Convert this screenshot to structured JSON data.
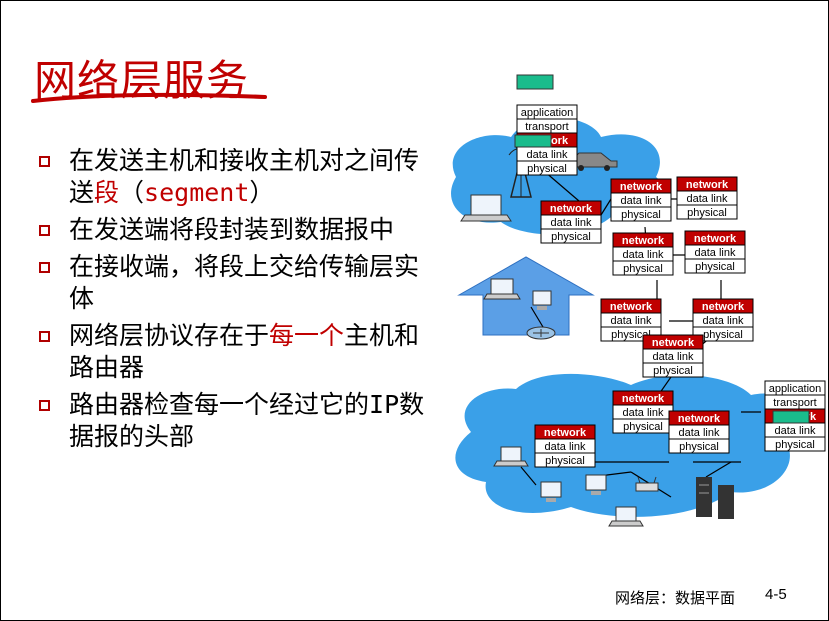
{
  "slide": {
    "title": "网络层服务",
    "bullets": [
      {
        "parts": [
          {
            "text": "在发送主机和接收主机对之间传送",
            "style": "plain"
          },
          {
            "text": "段",
            "style": "red"
          },
          {
            "text": "（",
            "style": "plain"
          },
          {
            "text": "segment",
            "style": "red-mono"
          },
          {
            "text": "）",
            "style": "plain"
          }
        ]
      },
      {
        "parts": [
          {
            "text": "在发送端将段封装到数据报中",
            "style": "plain"
          }
        ]
      },
      {
        "parts": [
          {
            "text": "在接收端，将段上交给传输层实体",
            "style": "plain"
          }
        ]
      },
      {
        "parts": [
          {
            "text": "网络层协议存在于",
            "style": "plain"
          },
          {
            "text": "每一个",
            "style": "red"
          },
          {
            "text": "主机和路由器",
            "style": "plain"
          }
        ]
      },
      {
        "parts": [
          {
            "text": "路由器检查每一个经过它的",
            "style": "plain"
          },
          {
            "text": "IP",
            "style": "mono"
          },
          {
            "text": "数据报的头部",
            "style": "plain"
          }
        ]
      }
    ],
    "footer_text": "网络层：数据平面",
    "page_number": "4-5"
  },
  "diagram": {
    "host_stack_labels": [
      "application",
      "transport",
      "network",
      "data link",
      "physical"
    ],
    "router_stack_labels": [
      "network",
      "data link",
      "physical"
    ],
    "colors": {
      "title": "#c00000",
      "bullet_box": "#b00000",
      "network_layer": "#c00000",
      "segment_box": "#1abc8c",
      "cloud": "#3aa0e8",
      "link": "#000000",
      "arrow": "#4a90e2"
    }
  }
}
